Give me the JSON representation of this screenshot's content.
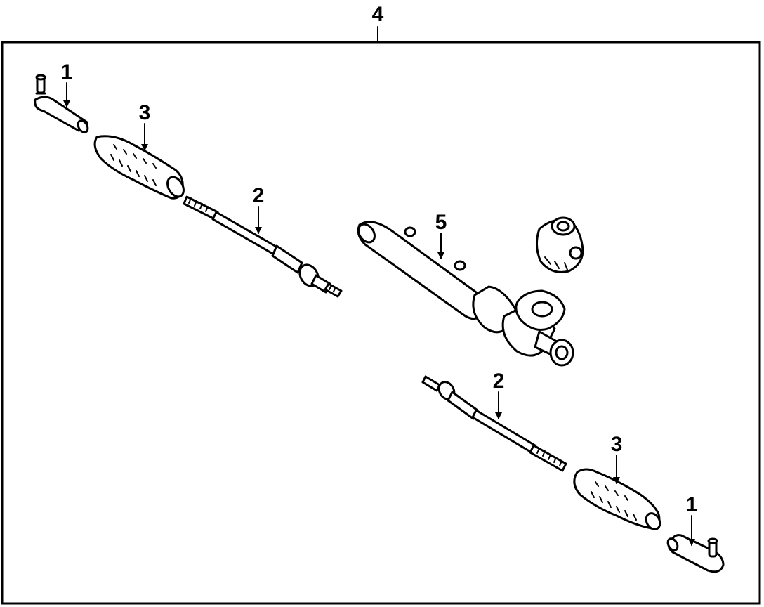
{
  "callouts": {
    "assembly": "4",
    "outer_tie_rod_left": "1",
    "boot_left": "3",
    "inner_tie_rod_left": "2",
    "rack_housing": "5",
    "inner_tie_rod_right": "2",
    "boot_right": "3",
    "outer_tie_rod_right": "1"
  },
  "colors": {
    "ink": "#000000",
    "paper": "#ffffff"
  }
}
